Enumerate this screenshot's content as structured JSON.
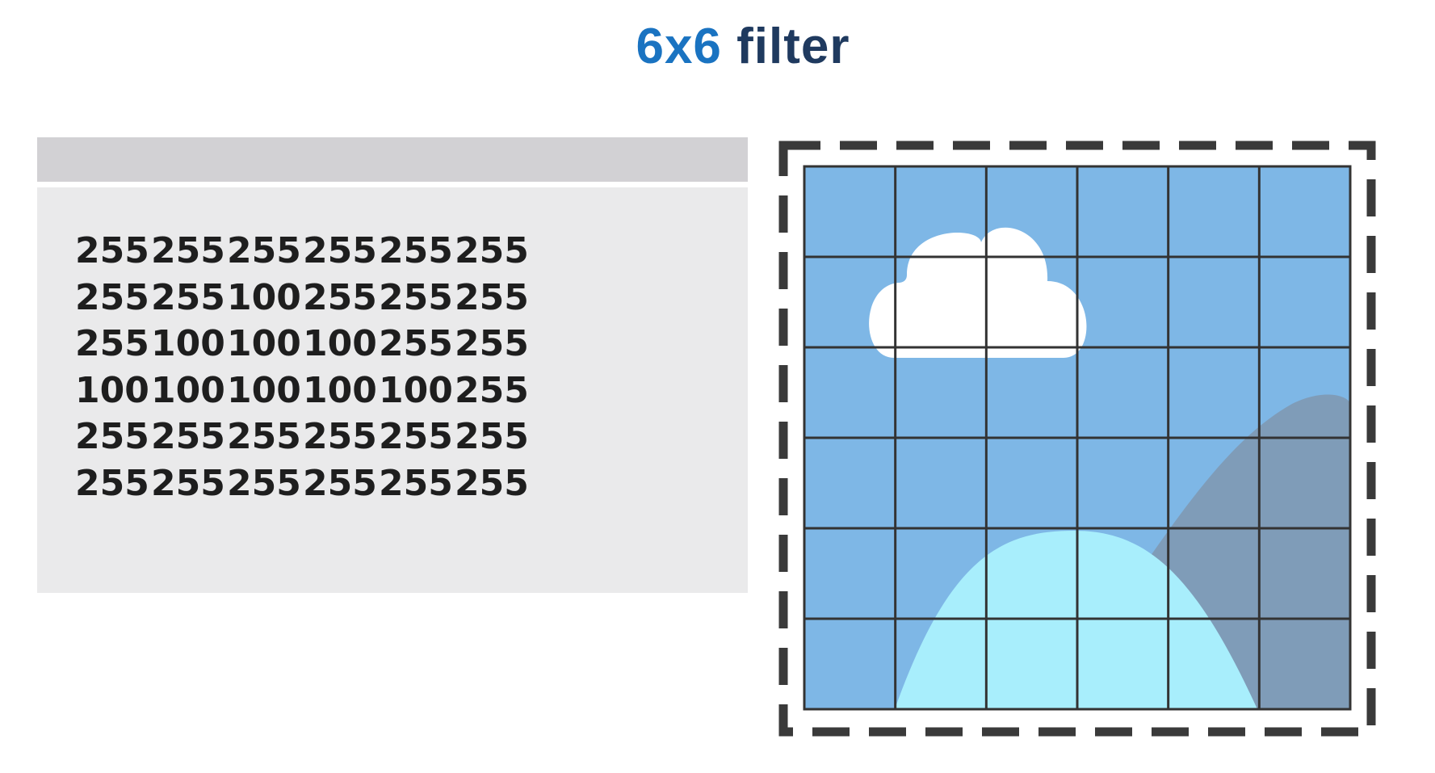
{
  "title": {
    "size": "6x6",
    "word": "filter"
  },
  "matrix": [
    [
      "255",
      "255",
      "255",
      "255",
      "255",
      "255"
    ],
    [
      "255",
      "255",
      "100",
      "255",
      "255",
      "255"
    ],
    [
      "255",
      "100",
      "100",
      "100",
      "255",
      "255"
    ],
    [
      "100",
      "100",
      "100",
      "100",
      "100",
      "255"
    ],
    [
      "255",
      "255",
      "255",
      "255",
      "255",
      "255"
    ],
    [
      "255",
      "255",
      "255",
      "255",
      "255",
      "255"
    ]
  ],
  "image": {
    "grid_rows": 6,
    "grid_cols": 6,
    "colors": {
      "sky": "#7eb7e6",
      "mountain": "#7f9cb8",
      "hill": "#a8eefc",
      "cloud": "#ffffff",
      "grid_lines": "#333333",
      "dashed_frame": "#3a3a3a"
    }
  },
  "colors": {
    "title_accent": "#1a73c1",
    "title_text": "#1f3a5f",
    "panel_header": "#d2d1d4",
    "panel_body": "#eaeaeb"
  }
}
